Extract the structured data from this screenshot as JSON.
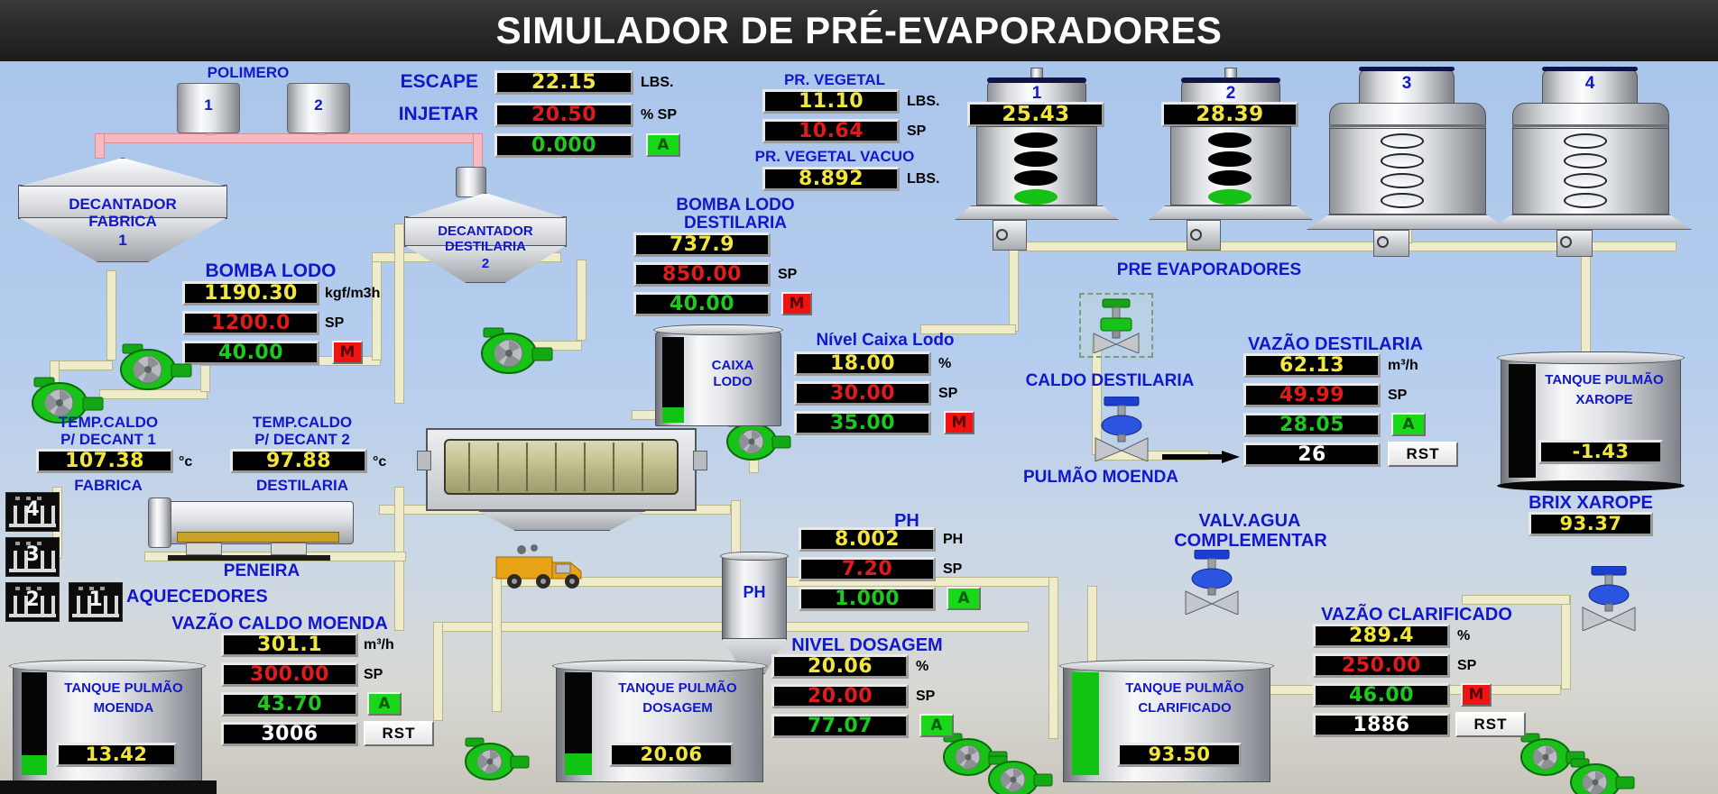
{
  "header": {
    "title": "SIMULADOR DE PRÉ-EVAPORADORES"
  },
  "polimero": {
    "label": "POLIMERO",
    "tanks": [
      {
        "id": "1"
      },
      {
        "id": "2"
      }
    ]
  },
  "escape": {
    "label": "ESCAPE",
    "value": "22.15",
    "unit": "LBS."
  },
  "injetar": {
    "label": "INJETAR",
    "sp": "20.50",
    "sp_unit": "% SP",
    "out": "0.000",
    "mode": "A"
  },
  "pr_vegetal": {
    "label": "PR. VEGETAL",
    "value": "11.10",
    "unit": "LBS.",
    "sp": "10.64",
    "sp_unit": "SP"
  },
  "pr_vegetal_vacuo": {
    "label": "PR. VEGETAL VACUO",
    "value": "8.892",
    "unit": "LBS."
  },
  "evaporadores": {
    "group_label": "PRE EVAPORADORES",
    "units": [
      {
        "id": "1",
        "value": "25.43",
        "has_display": true,
        "levels": [
          "black",
          "black",
          "black",
          "green"
        ]
      },
      {
        "id": "2",
        "value": "28.39",
        "has_display": true,
        "levels": [
          "black",
          "black",
          "black",
          "green"
        ]
      },
      {
        "id": "3",
        "value": "",
        "has_display": false,
        "levels": [
          "empty",
          "empty",
          "empty",
          "empty"
        ]
      },
      {
        "id": "4",
        "value": "",
        "has_display": false,
        "levels": [
          "empty",
          "empty",
          "empty",
          "empty"
        ]
      }
    ]
  },
  "decantador_fabrica": {
    "label_line1": "DECANTADOR",
    "label_line2": "FABRICA",
    "id": "1"
  },
  "decantador_destilaria": {
    "label_line1": "DECANTADOR",
    "label_line2": "DESTILARIA",
    "id": "2"
  },
  "bomba_lodo": {
    "label": "BOMBA LODO",
    "pv": "1190.30",
    "pv_unit": "kgf/m3h",
    "sp": "1200.0",
    "sp_unit": "SP",
    "out": "40.00",
    "mode": "M"
  },
  "bomba_lodo_destilaria": {
    "label_line1": "BOMBA LODO",
    "label_line2": "DESTILARIA",
    "pv": "737.9",
    "sp": "850.00",
    "sp_unit": "SP",
    "out": "40.00",
    "mode": "M"
  },
  "temp_decant1": {
    "label_line1": "TEMP.CALDO",
    "label_line2": "P/ DECANT 1",
    "value": "107.38",
    "unit": "°c",
    "sub": "FABRICA"
  },
  "temp_decant2": {
    "label_line1": "TEMP.CALDO",
    "label_line2": "P/ DECANT 2",
    "value": "97.88",
    "unit": "°c",
    "sub": "DESTILARIA"
  },
  "caixa_lodo": {
    "tank_line1": "CAIXA",
    "tank_line2": "LODO"
  },
  "nivel_caixa_lodo": {
    "label": "Nível Caixa Lodo",
    "pv": "18.00",
    "pv_unit": "%",
    "sp": "30.00",
    "sp_unit": "SP",
    "out": "35.00",
    "mode": "M"
  },
  "caldo_destilaria": {
    "label": "CALDO DESTILARIA"
  },
  "pulmao_moenda_valve": {
    "label": "PULMÃO MOENDA"
  },
  "vazao_destilaria": {
    "label": "VAZÃO DESTILARIA",
    "pv": "62.13",
    "pv_unit": "m³/h",
    "sp": "49.99",
    "sp_unit": "SP",
    "out": "28.05",
    "mode": "A",
    "total": "26",
    "reset_label": "RST"
  },
  "tanque_xarope": {
    "label_line1": "TANQUE PULMÃO",
    "label_line2": "XAROPE",
    "value": "-1.43",
    "brix_label": "BRIX XAROPE",
    "brix_value": "93.37"
  },
  "peneira": {
    "label": "PENEIRA"
  },
  "aquecedores": {
    "label": "AQUECEDORES",
    "units": [
      {
        "id": "4"
      },
      {
        "id": "3"
      },
      {
        "id": "2"
      },
      {
        "id": "1"
      }
    ]
  },
  "ph": {
    "label": "PH",
    "pv": "8.002",
    "pv_unit": "PH",
    "sp": "7.20",
    "sp_unit": "SP",
    "out": "1.000",
    "mode": "A",
    "vessel_label": "PH"
  },
  "nivel_dosagem": {
    "label": "NIVEL DOSAGEM",
    "pv": "20.06",
    "pv_unit": "%",
    "sp": "20.00",
    "sp_unit": "SP",
    "out": "77.07",
    "mode": "A"
  },
  "valv_agua": {
    "label_line1": "VALV.AGUA",
    "label_line2": "COMPLEMENTAR"
  },
  "vazao_caldo_moenda": {
    "label": "VAZÃO CALDO MOENDA",
    "pv": "301.1",
    "pv_unit": "m³/h",
    "sp": "300.00",
    "sp_unit": "SP",
    "out": "43.70",
    "mode": "A",
    "total": "3006",
    "reset_label": "RST"
  },
  "vazao_clarificado": {
    "label": "VAZÃO CLARIFICADO",
    "pv": "289.4",
    "pv_unit": "%",
    "sp": "250.00",
    "sp_unit": "SP",
    "out": "46.00",
    "mode": "M",
    "total": "1886",
    "reset_label": "RST"
  },
  "tanque_moenda": {
    "label_line1": "TANQUE PULMÃO",
    "label_line2": "MOENDA",
    "value": "13.42"
  },
  "tanque_dosagem": {
    "label_line1": "TANQUE PULMÃO",
    "label_line2": "DOSAGEM",
    "value": "20.06"
  },
  "tanque_clarificado": {
    "label_line1": "TANQUE PULMÃO",
    "label_line2": "CLARIFICADO",
    "value": "93.50"
  },
  "colors": {
    "label_blue": "#1118cc",
    "pv_yellow": "#f2e63c",
    "sp_red": "#e01b1b",
    "out_green": "#1ec81e",
    "auto_green": "#18d818",
    "man_red": "#ef1414",
    "pipe": "#efeccb",
    "pipe_pink": "#f7b9c0"
  }
}
